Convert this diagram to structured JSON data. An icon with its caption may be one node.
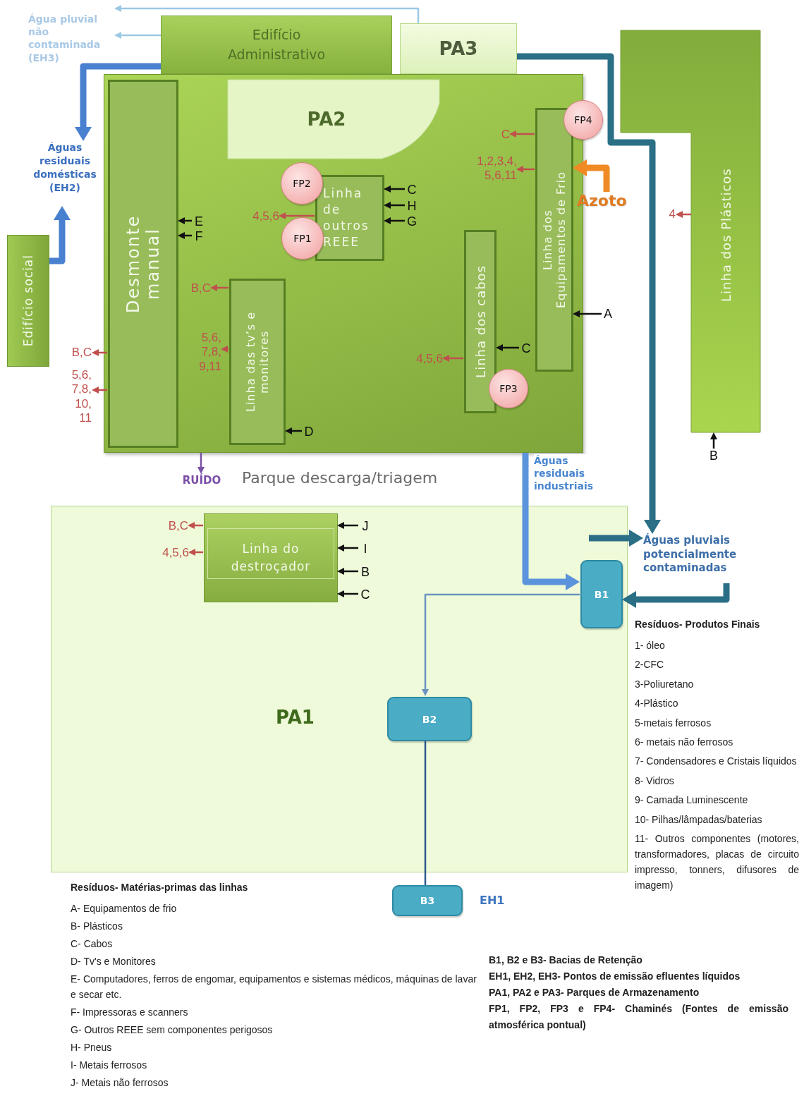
{
  "diagram": {
    "nodes": [
      {
        "text": [
          "Edifício Administrativo"
        ]
      },
      {
        "text": [
          "PA3"
        ]
      },
      {
        "text": [
          "Parque descarga/triagem"
        ]
      },
      {
        "text": [
          "PA2"
        ],
        "in": 2
      },
      {
        "text": [
          "Desmonte manual"
        ],
        "in": 2
      },
      {
        "text": [
          "Linha de outros REEE"
        ],
        "in": 2
      },
      {
        "text": [
          "FP2"
        ],
        "in": 2
      },
      {
        "text": [
          "FP1"
        ],
        "in": 2
      },
      {
        "text": [
          "Linha das tv’s e monitores"
        ],
        "in": 2
      },
      {
        "text": [
          "Linha dos cabos"
        ],
        "in": 2
      },
      {
        "text": [
          "FP3"
        ],
        "in": 2
      },
      {
        "text": [
          "Linha dos Equipamentos de Frio"
        ],
        "in": 2
      },
      {
        "text": [
          "FP4"
        ]
      },
      {
        "text": [
          "Linha dos Plásticos"
        ]
      },
      {
        "text": [
          "Edifício social"
        ]
      },
      {
        "text": [
          "PA1"
        ]
      },
      {
        "text": [
          "Linha do destroçador"
        ],
        "in": 15
      },
      {
        "text": [
          "B1"
        ],
        "in": 15
      },
      {
        "text": [
          "B2"
        ],
        "in": 15
      },
      {
        "text": [
          "B3"
        ],
        "beside": [
          "EH1"
        ]
      },
      {
        "text": [
          "Água pluvial não contaminada (EH3)"
        ]
      },
      {
        "text": [
          "Águas residuais domésticas (EH2)"
        ]
      },
      {
        "text": [
          "RUÍDO"
        ]
      },
      {
        "text": [
          "Águas pluviais potencialmente contaminadas"
        ]
      },
      {
        "text": [
          "Azoto"
        ]
      },
      {
        "text": [
          "E"
        ],
        "in": 2
      },
      {
        "text": [
          "F"
        ],
        "in": 2
      },
      {
        "text": [
          "C"
        ],
        "in": 2
      },
      {
        "text": [
          "H"
        ],
        "in": 2
      },
      {
        "text": [
          "G"
        ],
        "in": 2
      },
      {
        "text": [
          "D"
        ],
        "in": 2
      },
      {
        "text": [
          "C"
        ],
        "in": 2
      },
      {
        "text": [
          "A"
        ]
      },
      {
        "text": [
          "B"
        ]
      },
      {
        "text": [
          "J"
        ],
        "in": 15
      },
      {
        "text": [
          "I"
        ],
        "in": 15
      },
      {
        "text": [
          "B"
        ],
        "in": 15
      },
      {
        "text": [
          "C"
        ],
        "in": 15
      },
      {
        "text": [
          "4,5,6"
        ],
        "in": 2
      },
      {
        "text": [
          "B,C"
        ],
        "in": 2
      },
      {
        "text": [
          "5,6, 7,8, 9,11"
        ],
        "in": 2
      },
      {
        "text": [
          "4,5,6"
        ],
        "in": 2
      },
      {
        "text": [
          "C"
        ],
        "in": 2
      },
      {
        "text": [
          "1,2,3,4, 5,6,11"
        ],
        "in": 2
      },
      {
        "text": [
          "4"
        ]
      },
      {
        "text": [
          "B,C"
        ]
      },
      {
        "text": [
          "5,6, 7,8, 10, 11"
        ]
      },
      {
        "text": [
          "B,C"
        ],
        "in": 15
      },
      {
        "text": [
          "4,5,6"
        ],
        "in": 15
      }
    ],
    "edges": [
      {
        "from": 1,
        "to": 20,
        "arrow": "to",
        "color": "#9cc8e4"
      },
      {
        "from": 0,
        "to": 20,
        "arrow": "to",
        "color": "#9cc8e4"
      },
      {
        "from": 0,
        "to": 21,
        "arrow": "to",
        "style": "thick",
        "color": "#4a80d0"
      },
      {
        "from": 14,
        "to": 21,
        "arrow": "to",
        "style": "thick",
        "color": "#4a80d0"
      },
      {
        "from": 2,
        "to": 22,
        "arrow": "to",
        "color": "#7a52a8"
      },
      {
        "from": 2,
        "to": 17,
        "arrow": "to",
        "style": "thick",
        "color": "#5b93dc",
        "label": "Águas residuais industriais"
      },
      {
        "from": 1,
        "to": 23,
        "arrow": "to",
        "style": "thick",
        "color": "#2a6f85"
      },
      {
        "from": null,
        "to": 23,
        "arrow": "to",
        "style": "thick",
        "color": "#2a6f85"
      },
      {
        "from": 23,
        "to": 17,
        "arrow": "to",
        "style": "thick",
        "color": "#2a6f85"
      },
      {
        "from": 17,
        "to": 18,
        "arrow": "to",
        "color": "#6a94c0"
      },
      {
        "from": 18,
        "to": 19,
        "arrow": "none",
        "color": "#2c5a8c"
      },
      {
        "from": 24,
        "to": 11,
        "arrow": "to",
        "style": "thick",
        "color": "#f08a24"
      },
      {
        "from": 25,
        "to": 4,
        "arrow": "to"
      },
      {
        "from": 26,
        "to": 4,
        "arrow": "to"
      },
      {
        "from": 27,
        "to": 5,
        "arrow": "to"
      },
      {
        "from": 28,
        "to": 5,
        "arrow": "to"
      },
      {
        "from": 29,
        "to": 5,
        "arrow": "to"
      },
      {
        "from": 30,
        "to": 8,
        "arrow": "to"
      },
      {
        "from": 31,
        "to": 9,
        "arrow": "to"
      },
      {
        "from": 32,
        "to": 11,
        "arrow": "to"
      },
      {
        "from": 33,
        "to": 13,
        "arrow": "to"
      },
      {
        "from": 34,
        "to": 16,
        "arrow": "to"
      },
      {
        "from": 35,
        "to": 16,
        "arrow": "to"
      },
      {
        "from": 36,
        "to": 16,
        "arrow": "to"
      },
      {
        "from": 37,
        "to": 16,
        "arrow": "to"
      },
      {
        "from": 5,
        "to": 38,
        "arrow": "to",
        "color": "#c0504d"
      },
      {
        "from": 8,
        "to": 39,
        "arrow": "to",
        "color": "#c0504d"
      },
      {
        "from": 8,
        "to": 40,
        "arrow": "to",
        "color": "#c0504d"
      },
      {
        "from": 9,
        "to": 41,
        "arrow": "to",
        "color": "#c0504d"
      },
      {
        "from": 11,
        "to": 42,
        "arrow": "to",
        "color": "#c0504d"
      },
      {
        "from": 11,
        "to": 43,
        "arrow": "to",
        "color": "#c0504d"
      },
      {
        "from": 13,
        "to": 44,
        "arrow": "to",
        "color": "#c0504d"
      },
      {
        "from": 4,
        "to": 45,
        "arrow": "to",
        "color": "#c0504d"
      },
      {
        "from": 4,
        "to": 46,
        "arrow": "to",
        "color": "#c0504d"
      },
      {
        "from": 16,
        "to": 47,
        "arrow": "to",
        "color": "#c0504d"
      },
      {
        "from": 16,
        "to": 48,
        "arrow": "to",
        "color": "#c0504d"
      }
    ],
    "labels": [
      "Resíduos- Matérias-primas das linhas",
      "A- Equipamentos de frio",
      "B- Plásticos",
      "C- Cabos",
      "D- Tv's e Monitores",
      "E- Computadores, ferros de engomar, equipamentos e sistemas médicos, máquinas de lavar e secar etc.",
      "F- Impressoras e scanners",
      "G- Outros REEE sem componentes perigosos",
      "H- Pneus",
      "I- Metais ferrosos",
      "J- Metais não ferrosos",
      "Resíduos- Produtos Finais",
      "1- óleo",
      "2-CFC",
      "3-Poliuretano",
      "4-Plástico",
      "5-metais ferrosos",
      "6- metais não ferrosos",
      "7- Condensadores e Cristais líquidos",
      "8- Vidros",
      "9- Camada Luminescente",
      "10- Pilhas/lâmpadas/baterias",
      "11- Outros componentes (motores, transformadores, placas de circuito impresso, tonners, difusores de imagem)",
      "B1, B2 e B3- Bacias de Retenção",
      "EH1, EH2, EH3- Pontos de emissão efluentes líquidos",
      "PA1, PA2 e PA3- Parques de Armazenamento",
      "FP1, FP2, FP3 e FP4- Chaminés (Fontes de emissão atmosférica pontual)"
    ]
  }
}
